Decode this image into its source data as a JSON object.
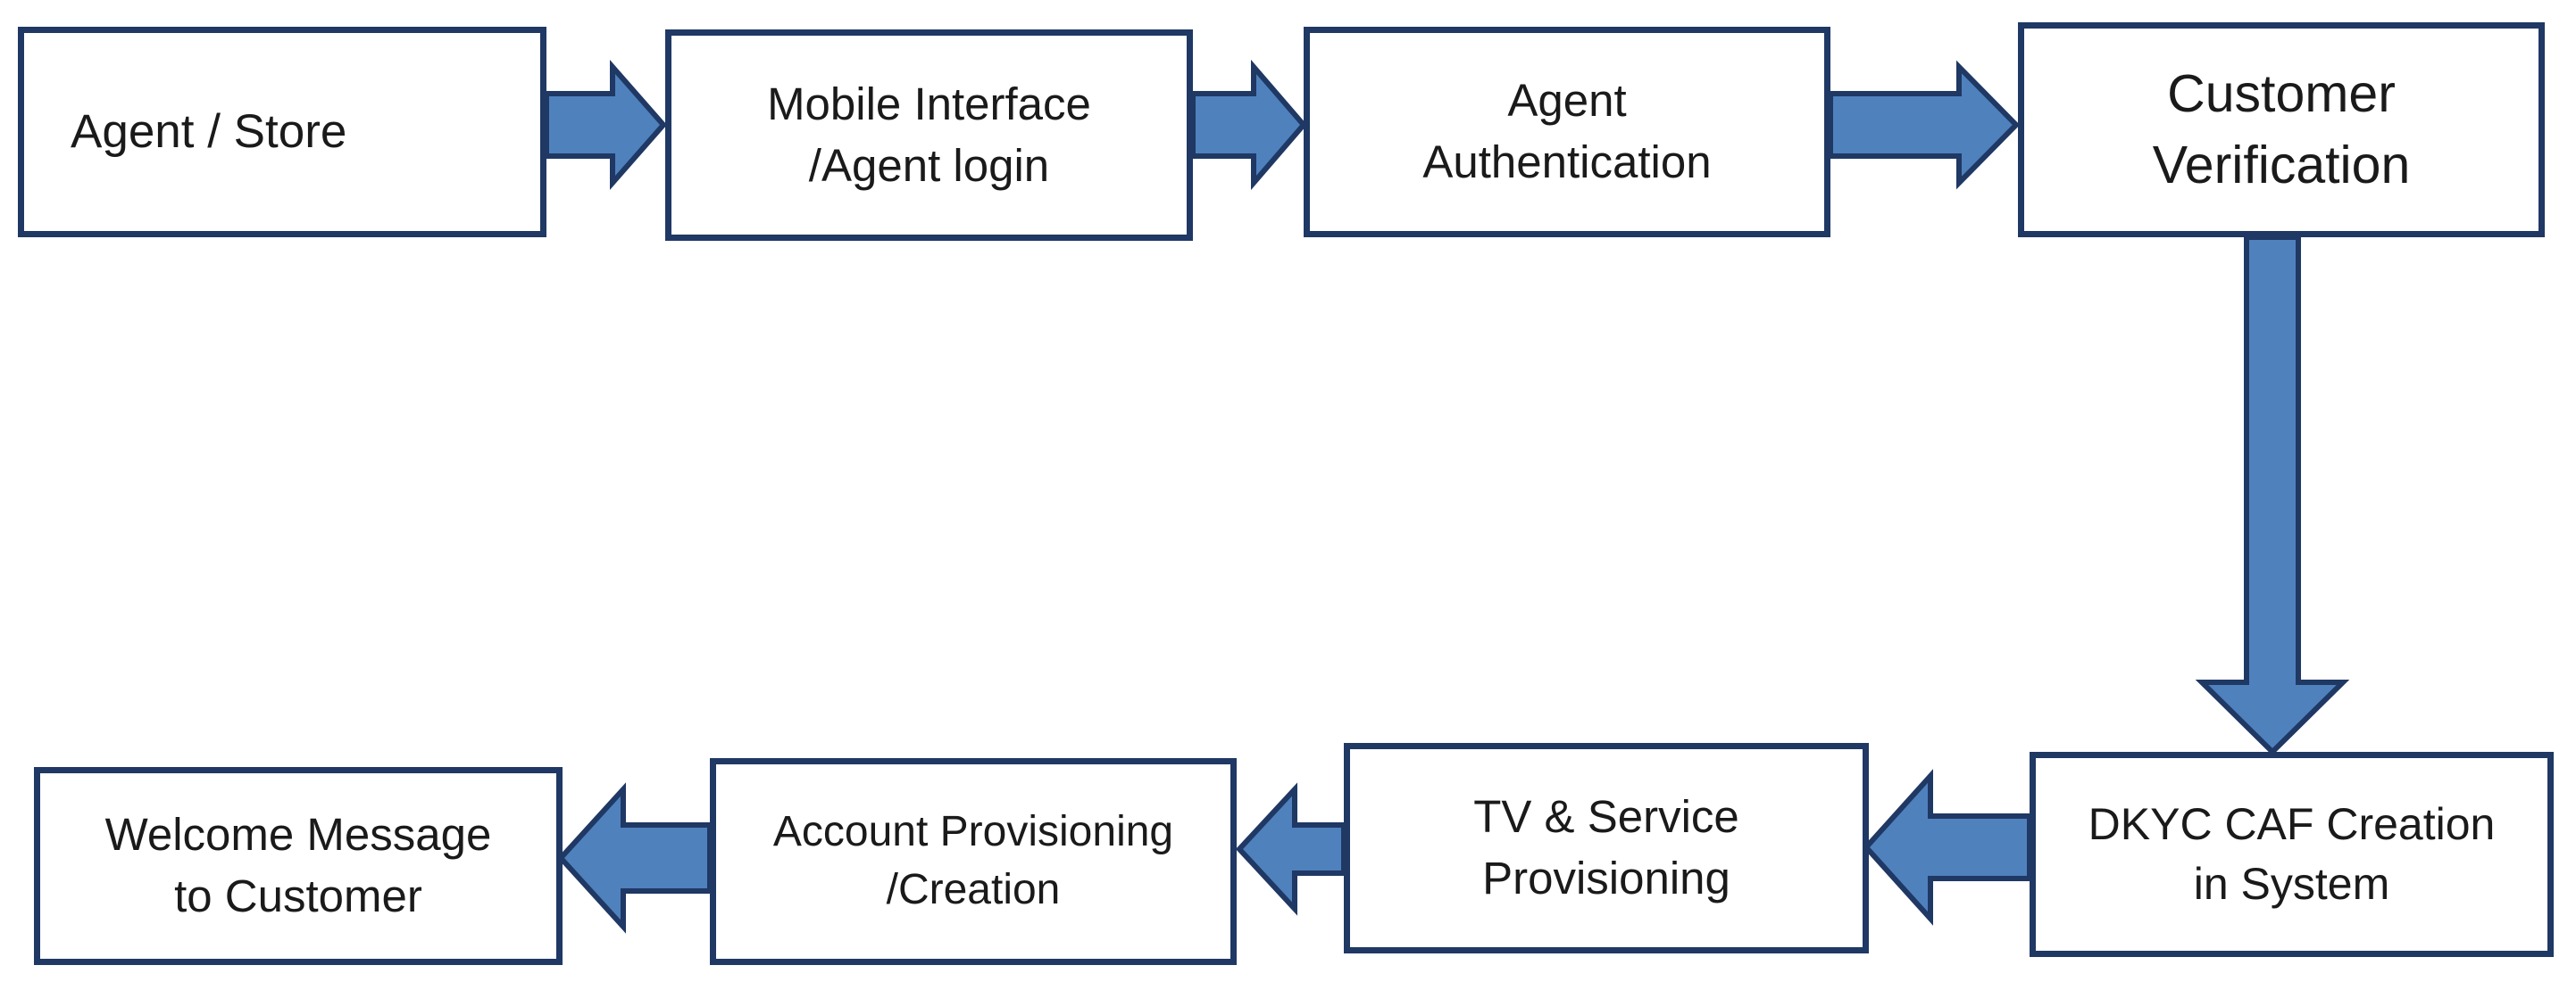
{
  "colors": {
    "arrow_fill": "#4f81bd",
    "arrow_stroke": "#1f3864",
    "box_border": "#1f3864",
    "text": "#1a1a1a"
  },
  "nodes": {
    "agent_store": "Agent / Store",
    "mobile_interface": "Mobile Interface\n/Agent login",
    "agent_authentication": "Agent\nAuthentication",
    "customer_verification": "Customer\nVerification",
    "dkyc_caf": "DKYC CAF Creation\nin System",
    "tv_service": "TV & Service\nProvisioning",
    "account_provisioning": "Account Provisioning\n/Creation",
    "welcome_message": "Welcome Message\nto Customer"
  },
  "flow": [
    [
      "agent_store",
      "mobile_interface"
    ],
    [
      "mobile_interface",
      "agent_authentication"
    ],
    [
      "agent_authentication",
      "customer_verification"
    ],
    [
      "customer_verification",
      "dkyc_caf"
    ],
    [
      "dkyc_caf",
      "tv_service"
    ],
    [
      "tv_service",
      "account_provisioning"
    ],
    [
      "account_provisioning",
      "welcome_message"
    ]
  ]
}
